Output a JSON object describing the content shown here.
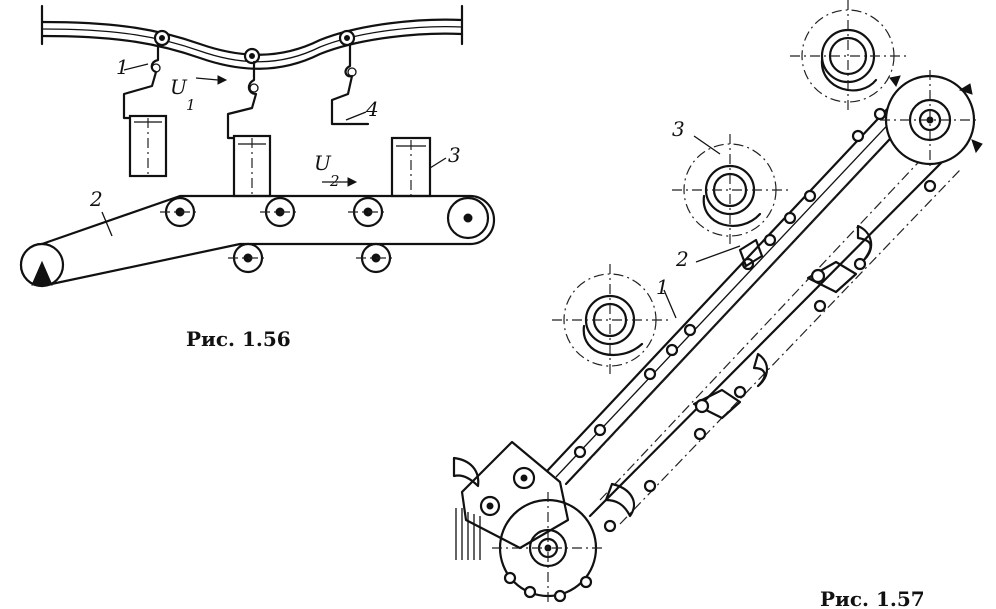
{
  "figures": [
    {
      "caption": "Рис. 1.56",
      "labels": {
        "hanger": "1",
        "conveyor": "2",
        "box": "3",
        "hook": "4",
        "speed_top": "U",
        "speed_top_sub": "1",
        "speed_bottom": "U",
        "speed_bottom_sub": "2"
      }
    },
    {
      "caption": "Рис. 1.57",
      "labels": {
        "chain": "1",
        "gripper": "2",
        "roll": "3"
      }
    }
  ]
}
